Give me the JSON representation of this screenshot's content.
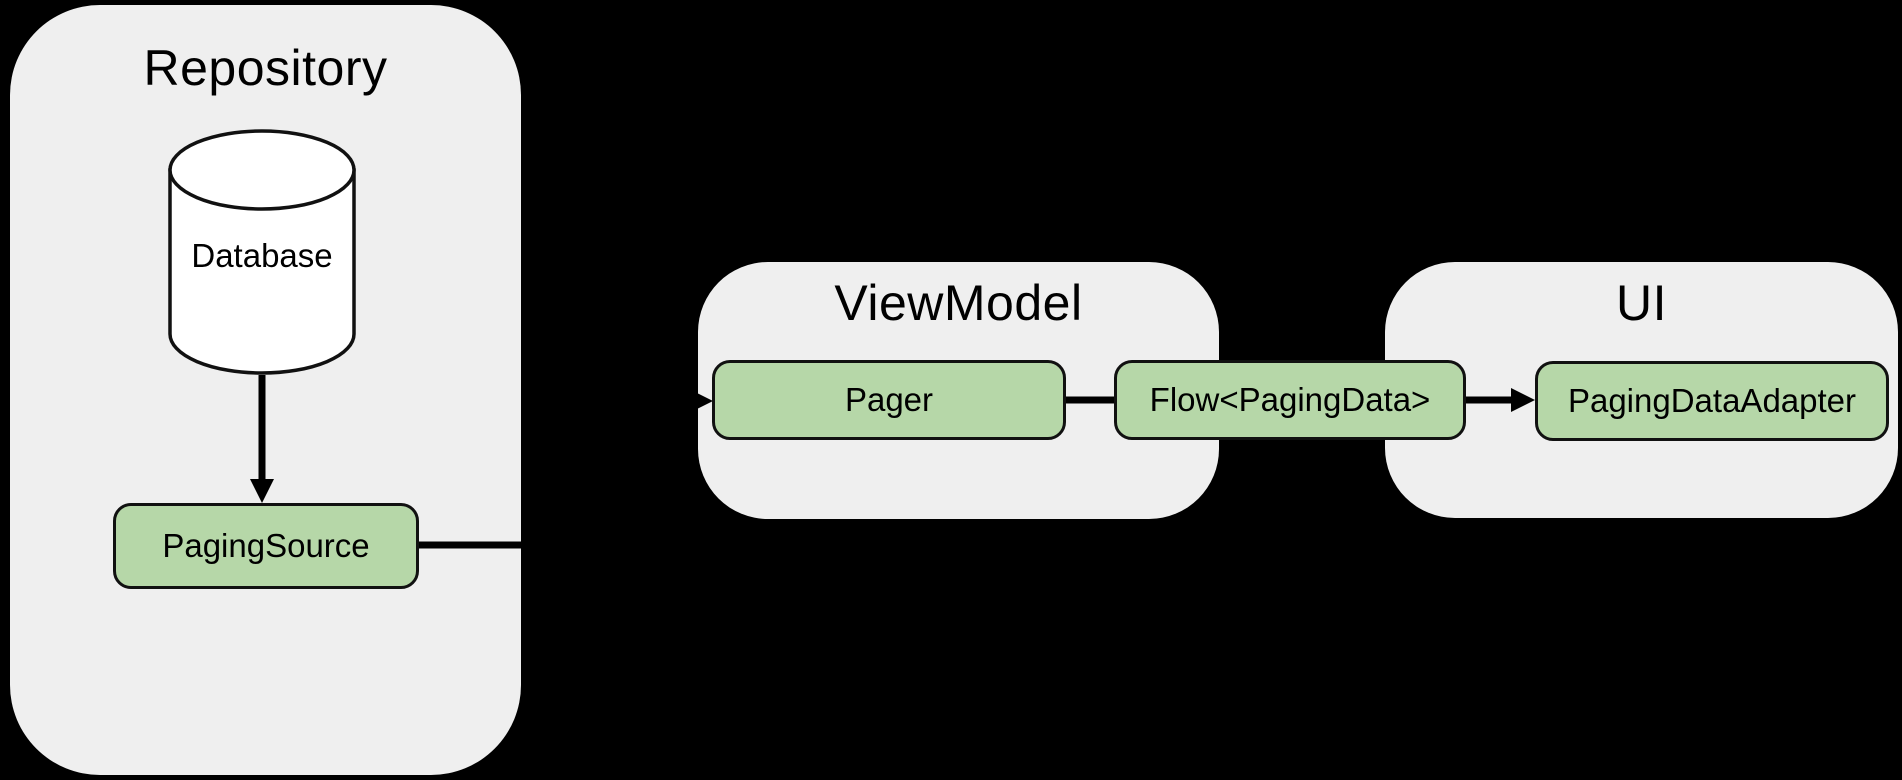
{
  "diagram": {
    "background": "#000000",
    "colors": {
      "container_fill": "#efefef",
      "node_fill": "#b6d7a8",
      "node_border": "#111111",
      "text": "#000000",
      "connector": "#000000"
    },
    "containers": {
      "repository": {
        "title": "Repository"
      },
      "viewmodel": {
        "title": "ViewModel"
      },
      "ui": {
        "title": "UI"
      }
    },
    "nodes": {
      "database": {
        "label": "Database"
      },
      "paging_source": {
        "label": "PagingSource"
      },
      "pager": {
        "label": "Pager"
      },
      "flow": {
        "label": "Flow<PagingData>"
      },
      "adapter": {
        "label": "PagingDataAdapter"
      }
    },
    "connections": [
      {
        "from": "database",
        "to": "paging_source",
        "arrow": true
      },
      {
        "from": "paging_source",
        "to": "pager",
        "arrow": true
      },
      {
        "from": "pager",
        "to": "flow",
        "arrow": false
      },
      {
        "from": "flow",
        "to": "adapter",
        "arrow": true
      }
    ]
  }
}
